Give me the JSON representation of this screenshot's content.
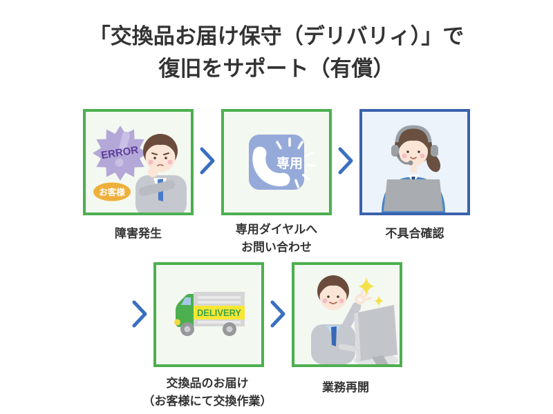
{
  "title": {
    "line1": "「交換品お届け保守（デリバリィ）」で",
    "line2": "復旧をサポート（有償）"
  },
  "steps": [
    {
      "id": "failure",
      "label": "障害発生",
      "illustration": {
        "name": "customer-error-illustration",
        "error_text": "ERROR",
        "customer_badge": "お客様"
      }
    },
    {
      "id": "contact",
      "label": "専用ダイヤルへ",
      "label2": "お問い合わせ",
      "illustration": {
        "name": "dedicated-dial-phone-icon",
        "phone_label": "専用"
      }
    },
    {
      "id": "confirm",
      "label": "不具合確認",
      "illustration": {
        "name": "call-center-operator-illustration"
      }
    },
    {
      "id": "delivery",
      "label": "交換品のお届け",
      "label2": "（お客様にて交換作業）",
      "illustration": {
        "name": "delivery-truck-illustration",
        "truck_text": "DELIVERY"
      }
    },
    {
      "id": "resume",
      "label": "業務再開",
      "illustration": {
        "name": "business-resumed-illustration"
      }
    }
  ],
  "colors": {
    "green_border": "#4caf50",
    "green_box_bg": "#f3f8f1",
    "blue_border": "#3a62ad",
    "blue_box_bg": "#ecf3fb",
    "arrow_blue": "#3a6fc0",
    "phone_icon_bg": "#95aad9",
    "error_burst": "#b4a8d8",
    "error_text": "#5b3d99",
    "customer_badge_bg": "#eeb03c",
    "delivery_band": "#f7e733",
    "delivery_text": "#3aa34b",
    "sparkle_yellow": "#f2e14c",
    "title_text": "#333333"
  }
}
